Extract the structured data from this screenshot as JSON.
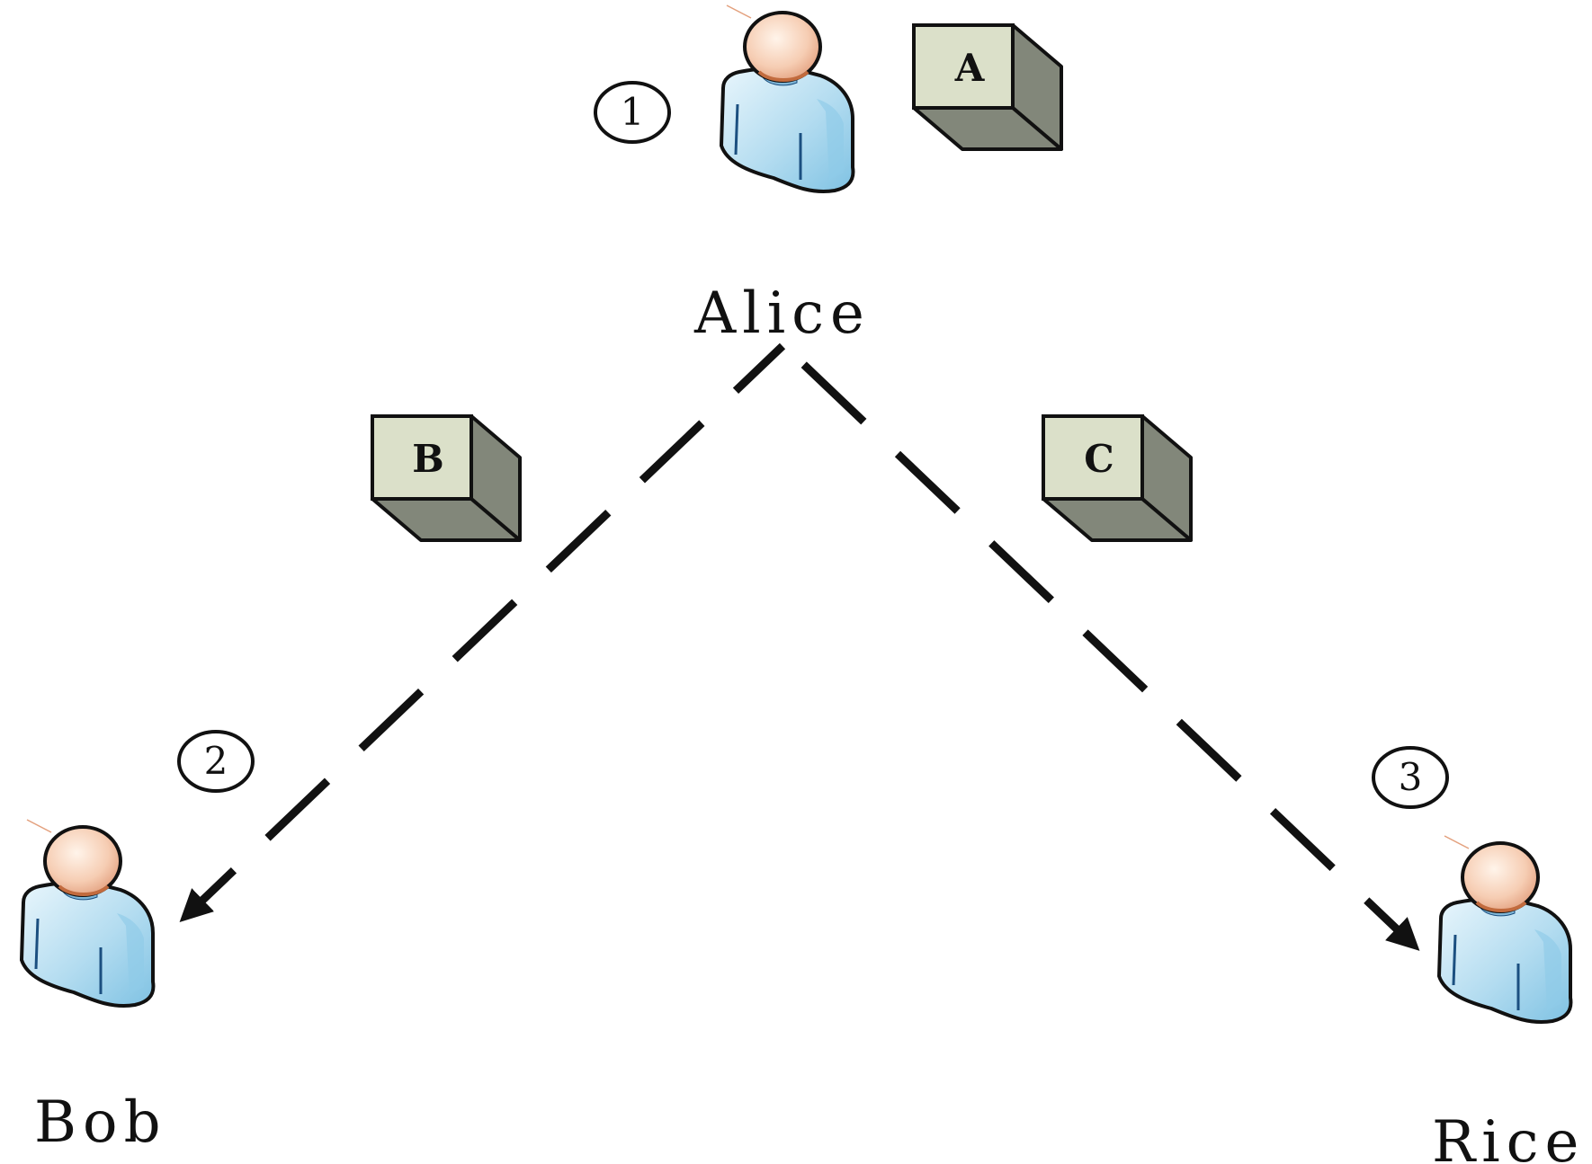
{
  "diagram": {
    "people": {
      "alice": {
        "name": "Alice",
        "step": "1"
      },
      "bob": {
        "name": "Bob",
        "step": "2"
      },
      "rice": {
        "name": "Rice",
        "step": "3"
      }
    },
    "boxes": {
      "a": "A",
      "b": "B",
      "c": "C"
    },
    "colors": {
      "stroke": "#111111",
      "box_front": "#dbe0c9",
      "box_side": "#82877a",
      "shirt_light": "#e6f4fb",
      "shirt_mid": "#aed9ee",
      "shirt_dark": "#7cc0e2",
      "skin_light": "#fff1e6",
      "skin_dark": "#e7a07f",
      "collar": "#c26b3e"
    }
  }
}
